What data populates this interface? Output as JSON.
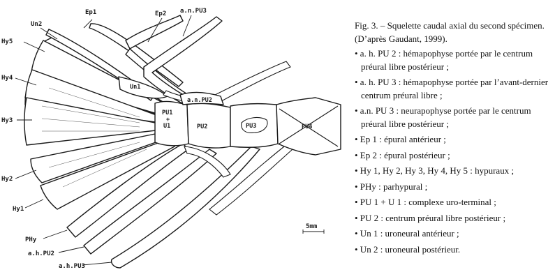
{
  "figure": {
    "labels": {
      "ep1": "Ep1",
      "ep2": "Ep2",
      "anpu3": "a.n.PU3",
      "un2": "Un2",
      "hy5": "Hy5",
      "hy4": "Hy4",
      "hy3": "Hy3",
      "hy2": "Hy2",
      "hy1": "Hy1",
      "phy": "PHy",
      "ahpu2": "a.h.PU2",
      "ahpu3": "a.h.PU3",
      "un1": "Un1",
      "pu1_top": "PU1",
      "pu1_plus": "+",
      "pu1_u1": "U1",
      "anpu2": "a.n.PU2",
      "pu2": "PU2",
      "pu3": "PU3",
      "pu4": "PU4",
      "scale": "5mm"
    }
  },
  "legend": {
    "caption": "Fig. 3. – Squelette caudal axial du second spécimen. (D’après Gaudant, 1999).",
    "items": [
      "• a. h. PU 2 : hémapophyse portée par le centrum préural libre postérieur ;",
      "• a. h. PU 3 : hémapophyse portée par l’avant-dernier centrum préural libre ;",
      "• a.n. PU 3 : neurapophyse portée par le centrum préural libre postérieur ;",
      "• Ep 1 : épural antérieur ;",
      "• Ep 2 : épural postérieur ;",
      "• Hy 1, Hy 2, Hy 3, Hy 4, Hy 5 : hypuraux ;",
      "• PHy : parhypural ;",
      "• PU 1 + U 1 : complexe uro-terminal ;",
      "• PU 2 : centrum préural libre postérieur ;",
      "• Un 1 : uroneural antérieur ;",
      "• Un 2 : uroneural postérieur."
    ]
  }
}
